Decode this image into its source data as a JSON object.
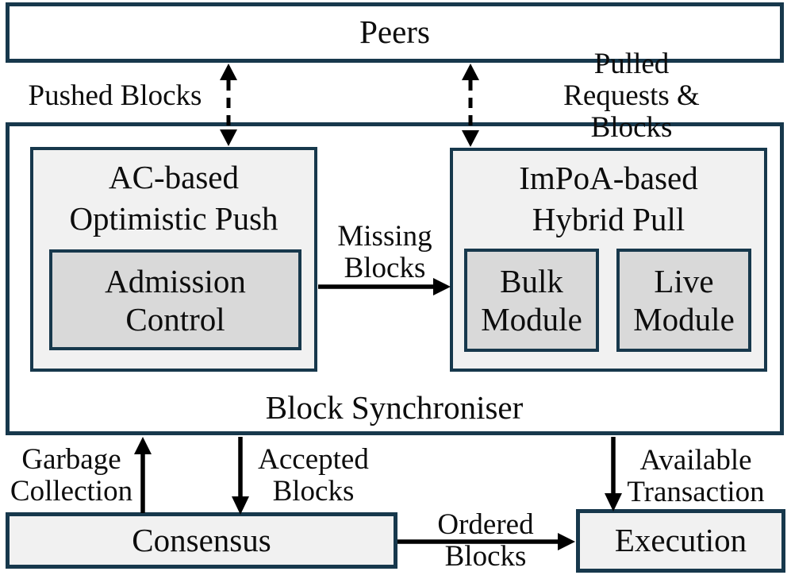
{
  "peers": {
    "label": "Peers"
  },
  "block_synchroniser": {
    "label": "Block Synchroniser",
    "push": {
      "title": "AC-based\nOptimistic Push",
      "module": "Admission\nControl"
    },
    "pull": {
      "title": "ImPoA-based\nHybrid Pull",
      "modules": [
        "Bulk\nModule",
        "Live\nModule"
      ]
    }
  },
  "consensus": {
    "label": "Consensus"
  },
  "execution": {
    "label": "Execution"
  },
  "edge_labels": {
    "pushed_blocks": "Pushed Blocks",
    "pulled_requests_blocks": "Pulled Requests & Blocks",
    "missing_blocks": "Missing\nBlocks",
    "garbage_collection": "Garbage\nCollection",
    "accepted_blocks": "Accepted\nBlocks",
    "available_transaction": "Available\nTransaction",
    "ordered_blocks": "Ordered\nBlocks"
  },
  "colors": {
    "border": "#17384c",
    "container_fill": "#ffffff",
    "subsystem_fill": "#f1f1f1",
    "module_fill": "#d9d9d9",
    "arrow": "#000000",
    "text": "#0d0d0d"
  }
}
